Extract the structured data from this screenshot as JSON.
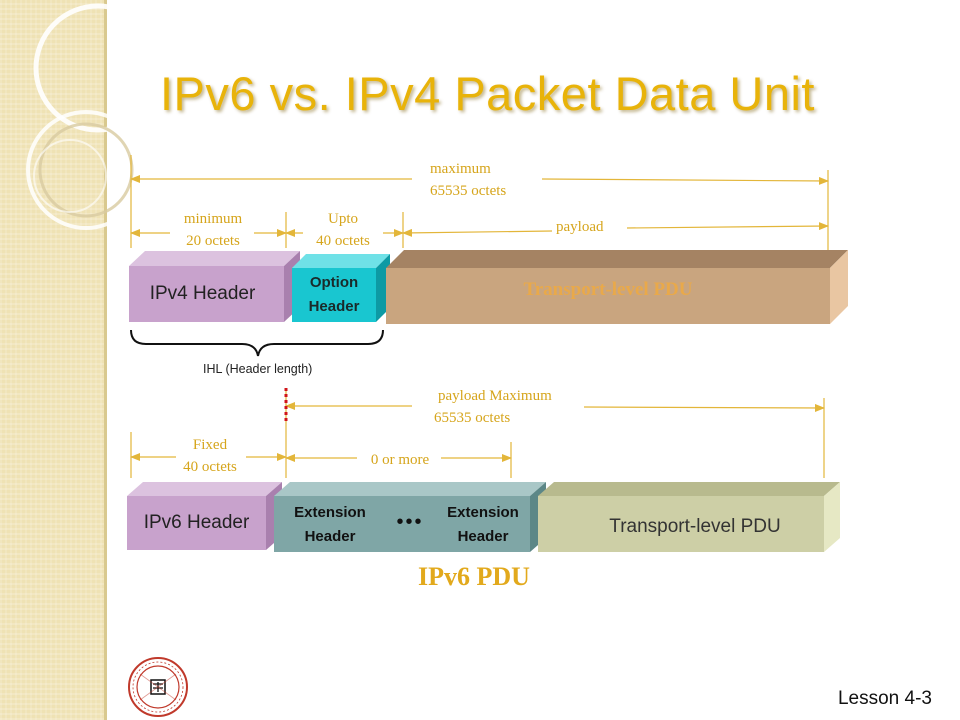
{
  "slide": {
    "title": "IPv6 vs. IPv4 Packet Data Unit",
    "footer": "Lesson 4-3",
    "colors": {
      "title": "#e8b30a",
      "annotation": "#d6a51c",
      "ipv4_header": "#c8a2cc",
      "option_header": "#19c6d0",
      "transport_ipv4": "#c9a57f",
      "ipv6_header": "#c8a2cc",
      "extension_header": "#7fa6a6",
      "transport_ipv6": "#cdcfa6"
    }
  },
  "ipv4": {
    "max_label_line1": "maximum",
    "max_label_line2": "65535 octets",
    "min_label_line1": "minimum",
    "min_label_line2": "20 octets",
    "upto_label_line1": "Upto",
    "upto_label_line2": "40 octets",
    "payload_label": "payload",
    "header_label": "IPv4 Header",
    "option_line1": "Option",
    "option_line2": "Header",
    "transport_label": "Transport-level PDU",
    "ihl_label": "IHL (Header length)"
  },
  "ipv6": {
    "payload_max_line1": "payload Maximum",
    "payload_max_line2": "65535 octets",
    "fixed_line1": "Fixed",
    "fixed_line2": "40 octets",
    "more_label": "0 or more",
    "header_label": "IPv6 Header",
    "ext1_line1": "Extension",
    "ext1_line2": "Header",
    "ellipsis": "•••",
    "ext2_line1": "Extension",
    "ext2_line2": "Header",
    "transport_label": "Transport-level PDU",
    "pdu_label": "IPv6 PDU"
  }
}
